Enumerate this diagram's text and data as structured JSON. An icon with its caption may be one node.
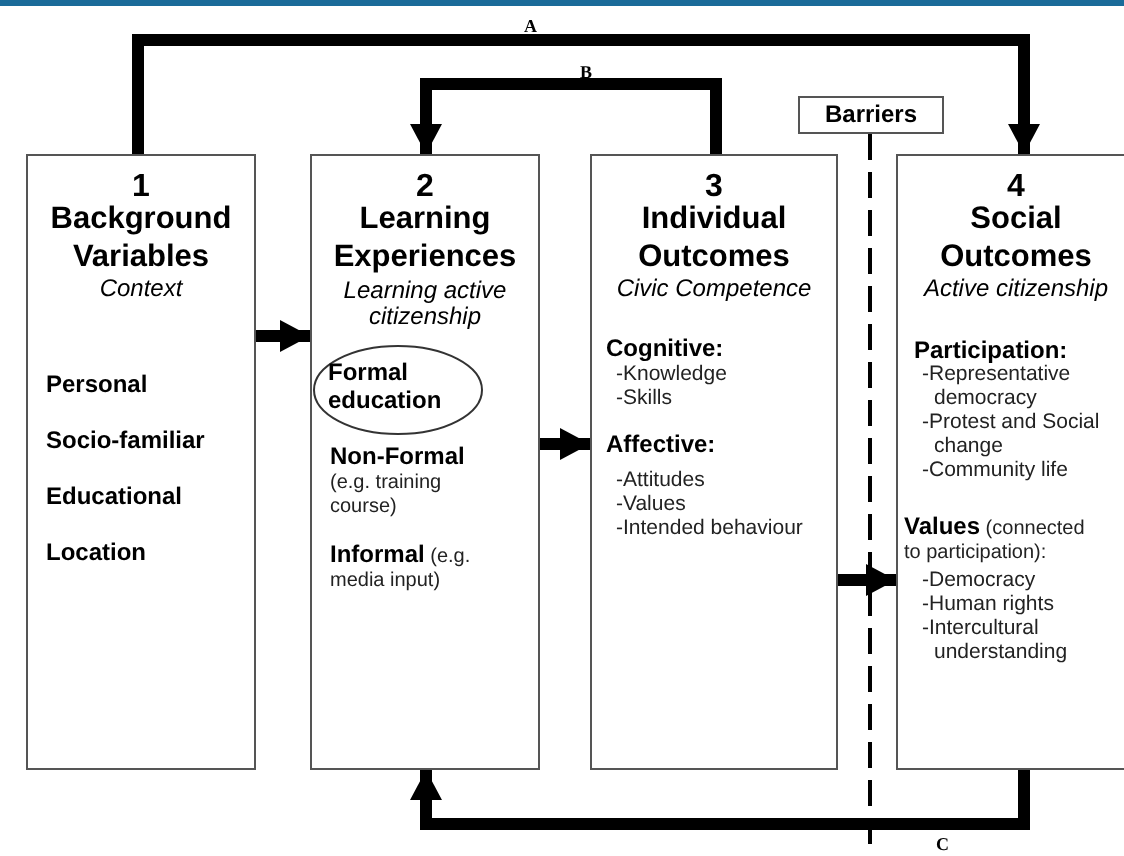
{
  "diagram": {
    "nodes": [
      {
        "text": [
          "1",
          "Background Variables",
          "Context",
          "Personal",
          "Socio-familiar",
          "Educational",
          "Location"
        ]
      },
      {
        "text": [
          "2",
          "Learning Experiences",
          "Learning active citizenship",
          "Non-Formal",
          "(e.g. training course)",
          "**Informal** (e.g. media input)"
        ]
      },
      {
        "text": [
          "Formal education"
        ],
        "in": 1
      },
      {
        "text": [
          "3",
          "Individual Outcomes",
          "Civic Competence",
          "Cognitive:",
          "-Knowledge",
          "-Skills",
          "Affective:",
          "-Attitudes",
          "-Values",
          "-Intended behaviour"
        ]
      },
      {
        "text": [
          "4",
          "Social Outcomes",
          "Active citizenship",
          "Participation:",
          "-Representative democracy",
          "-Protest and Social change",
          "-Community life",
          "**Values** (connected to participation):",
          "-Democracy",
          "-Human rights",
          "-Intercultural understanding"
        ]
      },
      {
        "text": [
          "Barriers"
        ]
      }
    ],
    "edges": [
      {
        "from": 0,
        "to": 1,
        "arrow": "to"
      },
      {
        "from": 1,
        "to": 3,
        "arrow": "to"
      },
      {
        "from": 3,
        "to": 4,
        "arrow": "to"
      },
      {
        "from": 0,
        "to": 4,
        "arrow": "to",
        "label": "A"
      },
      {
        "from": 3,
        "to": 1,
        "arrow": "to",
        "label": "B"
      },
      {
        "from": 4,
        "to": 1,
        "arrow": "to",
        "label": "C"
      }
    ]
  }
}
